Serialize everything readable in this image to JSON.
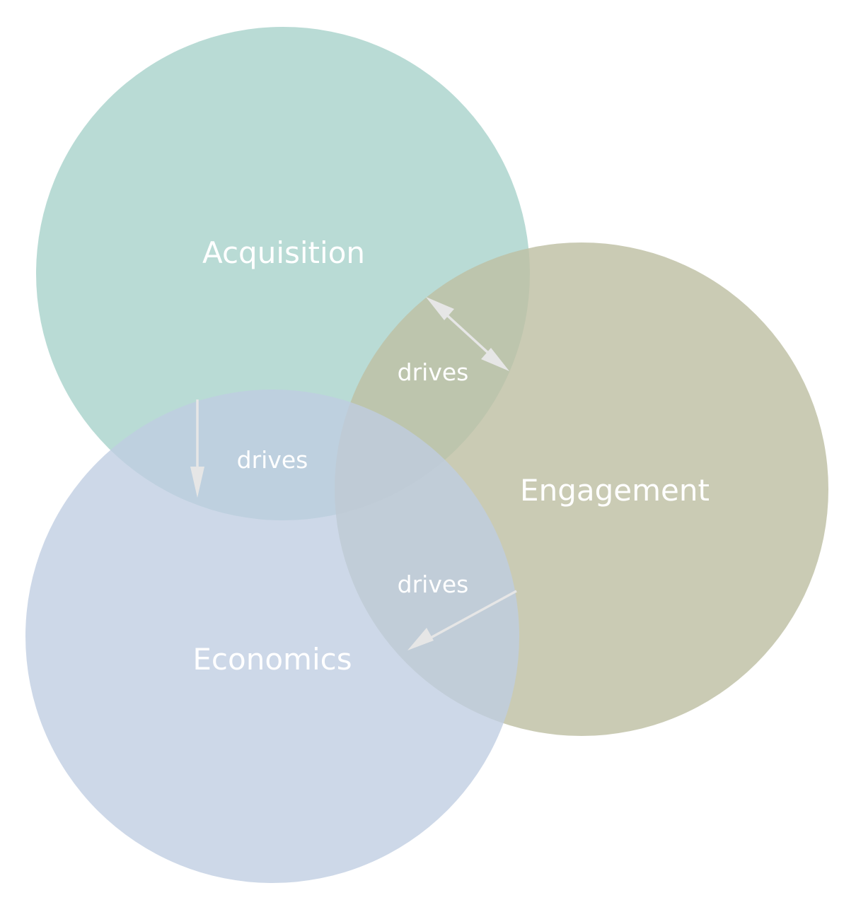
{
  "diagram": {
    "type": "venn",
    "sets": [
      {
        "id": "acquisition",
        "label": "Acquisition",
        "color": "#a9d3cc"
      },
      {
        "id": "engagement",
        "label": "Engagement",
        "color": "#bec0a3"
      },
      {
        "id": "economics",
        "label": "Economics",
        "color": "#bfcde2"
      }
    ],
    "relations": [
      {
        "id": "acquisition-engagement",
        "label": "drives",
        "direction": "bidirectional"
      },
      {
        "id": "acquisition-economics",
        "label": "drives",
        "direction": "acquisition-to-economics"
      },
      {
        "id": "engagement-economics",
        "label": "drives",
        "direction": "engagement-to-economics"
      }
    ],
    "colors": {
      "background": "#ffffff",
      "text": "#ffffff",
      "arrow": "#e6e6e6"
    }
  }
}
